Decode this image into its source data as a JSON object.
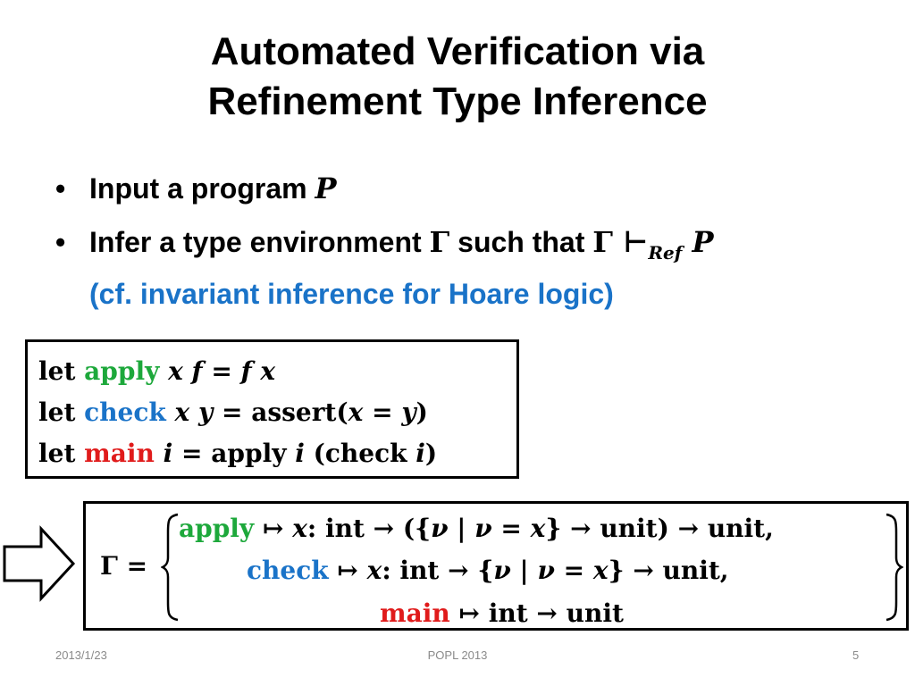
{
  "slide": {
    "title_line1": "Automated Verification via",
    "title_line2": "Refinement Type Inference"
  },
  "bullets": {
    "marker": "•",
    "b1_text": "Input a program ",
    "b1_math": "P",
    "b2_text1": "Infer a type environment ",
    "b2_gamma": "Γ",
    "b2_text2": " such that ",
    "b2_gamma2": "Γ",
    "b2_turnstile": " ⊢",
    "b2_sub": "Ref",
    "b2_P": " P",
    "b2_note": "(cf. invariant inference for Hoare logic)"
  },
  "code": {
    "let": "let",
    "l1_name": "apply",
    "l1_args": " x f ",
    "l1_eq": "= ",
    "l1_rhs": "f x",
    "l2_name": "check",
    "l2_args": " x y ",
    "l2_eq": "= ",
    "l2_rhs_fn": "assert",
    "l2_rhs_open": "(",
    "l2_rhs_arg": "x = y",
    "l2_rhs_close": ")",
    "l3_name": "main",
    "l3_args": " i ",
    "l3_eq": "= ",
    "l3_rhs_fn": "apply ",
    "l3_rhs_i": "i",
    "l3_rhs_open": " (check ",
    "l3_rhs_i2": "i",
    "l3_rhs_close": ")"
  },
  "gamma": {
    "lhs": "Γ =",
    "r1_name": "apply",
    "r1_map": " ↦ ",
    "r1_x": "x",
    "r1_rest": ": int → ({",
    "r1_nu": "ν",
    "r1_bar": " | ",
    "r1_nu2": "ν",
    "r1_eq": " = ",
    "r1_x2": "x",
    "r1_end": "} → unit) → unit,",
    "r2_name": "check",
    "r2_map": " ↦ ",
    "r2_x": "x",
    "r2_rest": ": int → {",
    "r2_nu": "ν",
    "r2_bar": " | ",
    "r2_nu2": "ν",
    "r2_eq": " = ",
    "r2_x2": "x",
    "r2_end": "} → unit,",
    "r3_name": "main",
    "r3_rest": " ↦ int → unit"
  },
  "footer": {
    "date": "2013/1/23",
    "venue": "POPL 2013",
    "page": "5"
  },
  "colors": {
    "green": "#1da83b",
    "blue": "#1a73c8",
    "red": "#e01b1b",
    "footer": "#8a8a8a"
  }
}
